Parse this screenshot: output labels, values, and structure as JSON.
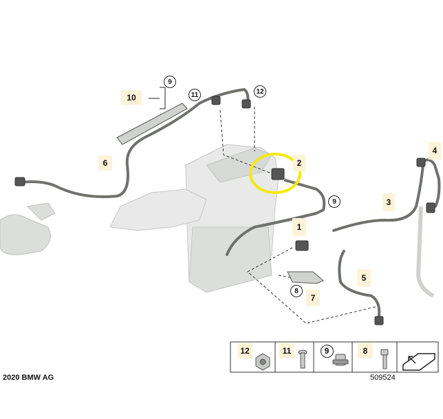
{
  "copyright": "2020 BMW AG",
  "reference_number": "509524",
  "callouts": [
    {
      "label": "10",
      "style": "box"
    },
    {
      "label": "9",
      "style": "circle"
    },
    {
      "label": "11",
      "style": "circle"
    },
    {
      "label": "12",
      "style": "circle"
    },
    {
      "label": "6",
      "style": "box"
    },
    {
      "label": "2",
      "style": "box"
    },
    {
      "label": "9",
      "style": "circle"
    },
    {
      "label": "3",
      "style": "box"
    },
    {
      "label": "4",
      "style": "box"
    },
    {
      "label": "1",
      "style": "box"
    },
    {
      "label": "5",
      "style": "box"
    },
    {
      "label": "8",
      "style": "circle"
    },
    {
      "label": "7",
      "style": "box"
    }
  ],
  "legend": [
    {
      "label": "12",
      "style": "box",
      "part": "nut-icon"
    },
    {
      "label": "11",
      "style": "box",
      "part": "screw-icon"
    },
    {
      "label": "9",
      "style": "circle",
      "part": "clip-icon"
    },
    {
      "label": "8",
      "style": "box",
      "part": "bolt-icon"
    }
  ],
  "colors": {
    "highlight": "#f5e90d",
    "hose": "#6f716c",
    "label_box": "#fdf3d8",
    "component": "#d9dbd9"
  }
}
